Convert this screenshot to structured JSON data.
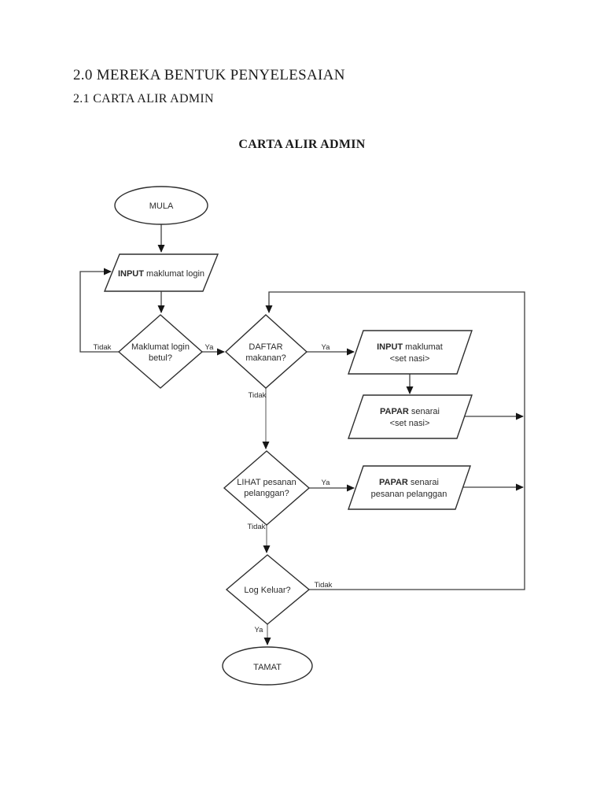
{
  "ink": {
    "shape_stroke": "#2e2e2e",
    "connector": "#3f3f3f",
    "connector_light": "#7d7d7d",
    "text": "#2b2b2b",
    "page_background": "#ffffff"
  },
  "headings": {
    "section": "2.0 MEREKA BENTUK PENYELESAIAN",
    "subsection": "2.1 CARTA ALIR ADMIN",
    "diagram_title": "CARTA ALIR ADMIN"
  },
  "flowchart": {
    "start_label": "MULA",
    "end_label": "TAMAT",
    "input_login": {
      "bold": "INPUT",
      "rest": " maklumat login"
    },
    "decision_login": {
      "line1": "Maklumat login",
      "line2": "betul?"
    },
    "decision_daftar": {
      "line1": "DAFTAR",
      "line2": "makanan?"
    },
    "input_set_nasi": {
      "bold": "INPUT",
      "rest": " maklumat",
      "line2": "<set nasi>"
    },
    "papar_set_nasi": {
      "bold": "PAPAR",
      "rest": " senarai",
      "line2": "<set nasi>"
    },
    "decision_lihat": {
      "line1": "LIHAT pesanan",
      "line2": "pelanggan?"
    },
    "papar_pesanan": {
      "bold": "PAPAR",
      "rest": " senarai",
      "line2": "pesanan pelanggan"
    },
    "decision_logout": {
      "label": "Log Keluar?"
    },
    "edge_labels": {
      "ya": "Ya",
      "tidak": "Tidak"
    }
  }
}
